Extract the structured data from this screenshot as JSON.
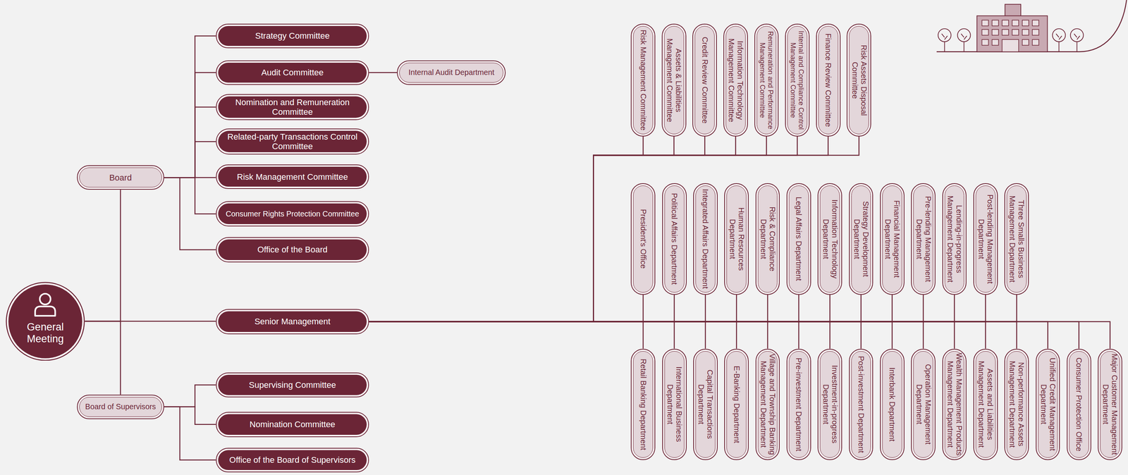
{
  "diagram": {
    "nodes": [
      {
        "text": [
          "General Meeting"
        ]
      },
      {
        "text": [
          "Board"
        ]
      },
      {
        "text": [
          "Strategy Committee"
        ]
      },
      {
        "text": [
          "Audit Committee"
        ]
      },
      {
        "text": [
          "Internal Audit Department"
        ]
      },
      {
        "text": [
          "Nomination and Remuneration Committee"
        ]
      },
      {
        "text": [
          "Related-party Transactions Control Committee"
        ]
      },
      {
        "text": [
          "Risk Management Committee"
        ]
      },
      {
        "text": [
          "Consumer Rights Protection Committee"
        ]
      },
      {
        "text": [
          "Office of the Board"
        ]
      },
      {
        "text": [
          "Senior Management"
        ]
      },
      {
        "text": [
          "Board of Supervisors"
        ]
      },
      {
        "text": [
          "Supervising Committee"
        ]
      },
      {
        "text": [
          "Nomination Committee"
        ]
      },
      {
        "text": [
          "Office of the Board of Supervisors"
        ]
      },
      {
        "text": [
          "Risk Management Committee"
        ]
      },
      {
        "text": [
          "Assets & Liabilities Management Committee"
        ]
      },
      {
        "text": [
          "Credit Review Committee"
        ]
      },
      {
        "text": [
          "Information Technology Management Committee"
        ]
      },
      {
        "text": [
          "Remuneration and Performance Management Committee"
        ]
      },
      {
        "text": [
          "Internal and Compliance Control Management Committee"
        ]
      },
      {
        "text": [
          "Finance Review Committee"
        ]
      },
      {
        "text": [
          "Risk Assets Disposal Committee"
        ]
      },
      {
        "text": [
          "President's Office"
        ]
      },
      {
        "text": [
          "Political Affairs Department"
        ]
      },
      {
        "text": [
          "Integrated Affairs Department"
        ]
      },
      {
        "text": [
          "Human Resources Department"
        ]
      },
      {
        "text": [
          "Risk & Compliance Department"
        ]
      },
      {
        "text": [
          "Legal Affairs Department"
        ]
      },
      {
        "text": [
          "Information Technology Department"
        ]
      },
      {
        "text": [
          "Strategy Development Department"
        ]
      },
      {
        "text": [
          "Financial Management Department"
        ]
      },
      {
        "text": [
          "Pre-lending Management Department"
        ]
      },
      {
        "text": [
          "Lending-in-progress Management Department"
        ]
      },
      {
        "text": [
          "Post-lending Management Department"
        ]
      },
      {
        "text": [
          "Three Smalls Business Management Department"
        ]
      },
      {
        "text": [
          "Retail Banking Department"
        ]
      },
      {
        "text": [
          "International Business Department"
        ]
      },
      {
        "text": [
          "Capital Transactions Department"
        ]
      },
      {
        "text": [
          "E-Banking Department"
        ]
      },
      {
        "text": [
          "Village and Township Banking Management Department"
        ]
      },
      {
        "text": [
          "Pre-investment Department"
        ]
      },
      {
        "text": [
          "Investment-in-progress Department"
        ]
      },
      {
        "text": [
          "Post-investment Department"
        ]
      },
      {
        "text": [
          "Interbank Department"
        ]
      },
      {
        "text": [
          "Operation Management Department"
        ]
      },
      {
        "text": [
          "Wealth Management Products Management Department"
        ]
      },
      {
        "text": [
          "Assets and Liabilities Management Department"
        ]
      },
      {
        "text": [
          "Non-performance Assets Management Department"
        ]
      },
      {
        "text": [
          "Unified Credit Management Department"
        ]
      },
      {
        "text": [
          "Consumer Protection Office"
        ]
      },
      {
        "text": [
          "Major Customer Management Department"
        ]
      }
    ],
    "edges": [
      {
        "from": 0,
        "to": 1,
        "arrow": "none"
      },
      {
        "from": 0,
        "to": 10,
        "arrow": "none"
      },
      {
        "from": 0,
        "to": 11,
        "arrow": "none"
      },
      {
        "from": 1,
        "to": 2,
        "arrow": "none"
      },
      {
        "from": 1,
        "to": 3,
        "arrow": "none"
      },
      {
        "from": 1,
        "to": 5,
        "arrow": "none"
      },
      {
        "from": 1,
        "to": 6,
        "arrow": "none"
      },
      {
        "from": 1,
        "to": 7,
        "arrow": "none"
      },
      {
        "from": 1,
        "to": 8,
        "arrow": "none"
      },
      {
        "from": 1,
        "to": 9,
        "arrow": "none"
      },
      {
        "from": 3,
        "to": 4,
        "arrow": "none"
      },
      {
        "from": 11,
        "to": 12,
        "arrow": "none"
      },
      {
        "from": 11,
        "to": 13,
        "arrow": "none"
      },
      {
        "from": 11,
        "to": 14,
        "arrow": "none"
      },
      {
        "from": 10,
        "to": 15,
        "arrow": "none"
      },
      {
        "from": 10,
        "to": 16,
        "arrow": "none"
      },
      {
        "from": 10,
        "to": 17,
        "arrow": "none"
      },
      {
        "from": 10,
        "to": 18,
        "arrow": "none"
      },
      {
        "from": 10,
        "to": 19,
        "arrow": "none"
      },
      {
        "from": 10,
        "to": 20,
        "arrow": "none"
      },
      {
        "from": 10,
        "to": 21,
        "arrow": "none"
      },
      {
        "from": 10,
        "to": 22,
        "arrow": "none"
      },
      {
        "from": 10,
        "to": 23,
        "arrow": "none"
      },
      {
        "from": 10,
        "to": 24,
        "arrow": "none"
      },
      {
        "from": 10,
        "to": 25,
        "arrow": "none"
      },
      {
        "from": 10,
        "to": 26,
        "arrow": "none"
      },
      {
        "from": 10,
        "to": 27,
        "arrow": "none"
      },
      {
        "from": 10,
        "to": 28,
        "arrow": "none"
      },
      {
        "from": 10,
        "to": 29,
        "arrow": "none"
      },
      {
        "from": 10,
        "to": 30,
        "arrow": "none"
      },
      {
        "from": 10,
        "to": 31,
        "arrow": "none"
      },
      {
        "from": 10,
        "to": 32,
        "arrow": "none"
      },
      {
        "from": 10,
        "to": 33,
        "arrow": "none"
      },
      {
        "from": 10,
        "to": 34,
        "arrow": "none"
      },
      {
        "from": 10,
        "to": 35,
        "arrow": "none"
      },
      {
        "from": 10,
        "to": 36,
        "arrow": "none"
      },
      {
        "from": 10,
        "to": 37,
        "arrow": "none"
      },
      {
        "from": 10,
        "to": 38,
        "arrow": "none"
      },
      {
        "from": 10,
        "to": 39,
        "arrow": "none"
      },
      {
        "from": 10,
        "to": 40,
        "arrow": "none"
      },
      {
        "from": 10,
        "to": 41,
        "arrow": "none"
      },
      {
        "from": 10,
        "to": 42,
        "arrow": "none"
      },
      {
        "from": 10,
        "to": 43,
        "arrow": "none"
      },
      {
        "from": 10,
        "to": 44,
        "arrow": "none"
      },
      {
        "from": 10,
        "to": 45,
        "arrow": "none"
      },
      {
        "from": 10,
        "to": 46,
        "arrow": "none"
      },
      {
        "from": 10,
        "to": 47,
        "arrow": "none"
      },
      {
        "from": 10,
        "to": 48,
        "arrow": "none"
      },
      {
        "from": 10,
        "to": 49,
        "arrow": "none"
      },
      {
        "from": 10,
        "to": 50,
        "arrow": "none"
      },
      {
        "from": 10,
        "to": 51,
        "arrow": "none"
      }
    ]
  }
}
